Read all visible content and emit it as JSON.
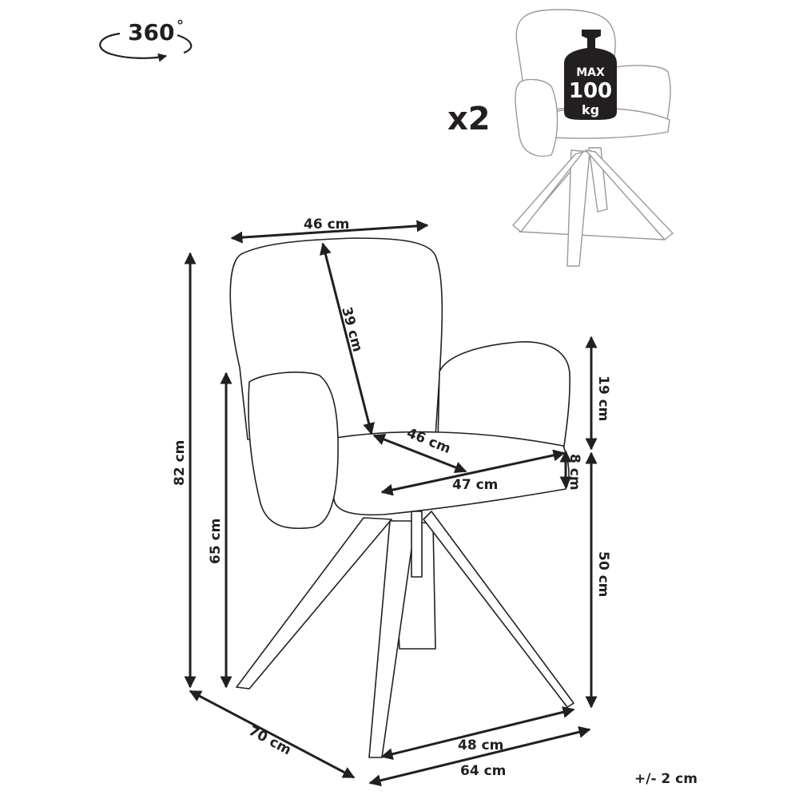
{
  "rotation": {
    "label": "360",
    "unit": "°"
  },
  "quantity": "x2",
  "max_load": {
    "line1": "MAX",
    "line2": "100",
    "line3": "kg"
  },
  "dimensions": {
    "back_width": "46 cm",
    "back_height": "39 cm",
    "seat_depth": "46 cm",
    "seat_width": "47 cm",
    "total_height": "82 cm",
    "armrest_height": "65 cm",
    "armrest_above_seat": "19 cm",
    "seat_thickness": "8 cm",
    "seat_height": "50 cm",
    "overall_depth": "70 cm",
    "base_width": "48 cm",
    "overall_width": "64 cm"
  },
  "tolerance": "+/- 2 cm",
  "colors": {
    "ink": "#231f20",
    "light_outline": "#9a9a9a",
    "background": "#ffffff"
  }
}
